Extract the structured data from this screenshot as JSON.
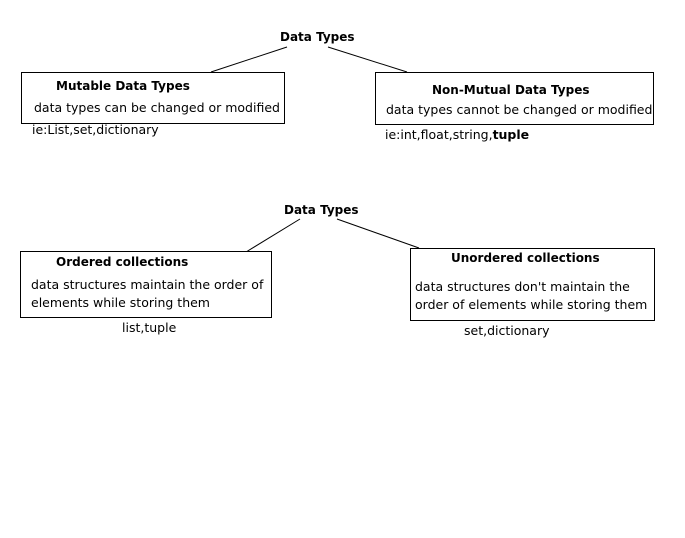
{
  "diagram1": {
    "root": "Data Types",
    "left": {
      "title": "Mutable Data Types",
      "description": "data types can be changed or modified",
      "example": "ie:List,set,dictionary"
    },
    "right": {
      "title": "Non-Mutual Data Types",
      "description": "data types cannot be changed or modified",
      "example_plain": "ie:int,float,string,",
      "example_bold": "tuple"
    }
  },
  "diagram2": {
    "root": "Data Types",
    "left": {
      "title": "Ordered collections",
      "description_line1": "data structures maintain the order of",
      "description_line2": "elements while storing them",
      "example": "list,tuple"
    },
    "right": {
      "title": "Unordered collections",
      "description_line1": "data structures don't  maintain the",
      "description_line2": "order of elements while storing them",
      "example": "set,dictionary"
    }
  }
}
